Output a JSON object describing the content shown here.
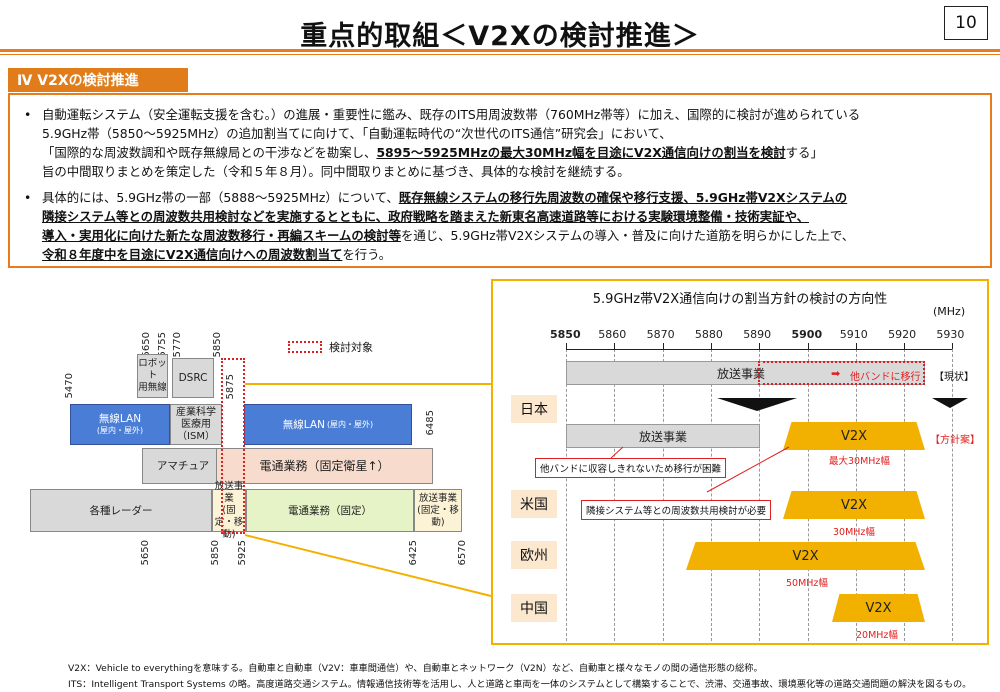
{
  "header": {
    "title": "重点的取組＜V2Xの検討推進＞",
    "page_number": "10"
  },
  "section": {
    "tag": "Ⅳ V2Xの検討推進"
  },
  "bullets": {
    "b1": {
      "l1": "自動運転システム（安全運転支援を含む。）の進展・重要性に鑑み、既存のITS用周波数帯（760MHz帯等）に加え、国際的に検討が進められている",
      "l2": "5.9GHz帯（5850～5925MHz）の追加割当てに向けて、「自動運転時代の“次世代のITS通信”研究会」において、",
      "l3a": "「国際的な周波数調和や既存無線局との干渉などを勘案し、",
      "l3b": "5895～5925MHzの最大30MHz幅を目途にV2X通信向けの割当を検討",
      "l3c": "する」",
      "l4": "旨の中間取りまとめを策定した（令和５年８月）。同中間取りまとめに基づき、具体的な検討を継続する。"
    },
    "b2": {
      "l1a": "具体的には、5.9GHz帯の一部（5888～5925MHz）について、",
      "l1b": "既存無線システムの移行先周波数の確保や移行支援、5.9GHz帯V2Xシステムの",
      "l2": "隣接システム等との周波数共用検討などを実施するとともに、政府戦略を踏まえた新東名高速道路等における実験環境整備・技術実証や、",
      "l3a": "導入・実用化に向けた新たな周波数移行・再編スキームの検討等",
      "l3b": "を通じ、5.9GHz帯V2Xシステムの導入・普及に向けた道筋を明らかにした上で、",
      "l4a": "令和８年度中を目途にV2X通信向けへの周波数割当て",
      "l4b": "を行う。"
    }
  },
  "left_diagram": {
    "legend": "検討対象",
    "freq_top": [
      "5650",
      "5755",
      "5770",
      "5850",
      "5875"
    ],
    "freq_left": "5470",
    "freq_right": "6485",
    "freq_bottom": [
      "5650",
      "5850",
      "5925",
      "6425",
      "6570"
    ],
    "blocks": {
      "robot": "ロボット\n用無線",
      "dsrc": "DSRC",
      "wlan_left": "無線LAN",
      "wlan_left_sub": "(屋内・屋外)",
      "ism": "産業科学\n医療用\n（ISM）",
      "wlan_right": "無線LAN",
      "wlan_right_sub": "(屋内・屋外)",
      "amateur": "アマチュア",
      "telecom_sat": "電通業務（固定衛星↑）",
      "radar": "各種レーダー",
      "broadcast_mid": "放送事業\n(固定・移動)",
      "telecom_fixed": "電通業務（固定）",
      "broadcast_right": "放送事業\n(固定・移動)"
    }
  },
  "right_panel": {
    "title": "5.9GHz帯V2X通信向けの割当方針の検討の方向性",
    "unit": "(MHz)",
    "ticks": [
      "5850",
      "5860",
      "5870",
      "5880",
      "5890",
      "5900",
      "5910",
      "5920",
      "5930"
    ],
    "bold_ticks": [
      "5850",
      "5900"
    ],
    "countries": [
      "日本",
      "米国",
      "欧州",
      "中国"
    ],
    "current": {
      "bar": "放送事業",
      "move": "他バンドに移行",
      "tag": "【現状】"
    },
    "plan": {
      "bar": "放送事業",
      "v2x": "V2X",
      "tag": "【方針案】",
      "width_note": "最大30MHz幅",
      "note1": "他バンドに収容しきれないため移行が困難",
      "note2": "隣接システム等との周波数共用検討が必要"
    },
    "us": {
      "v2x": "V2X",
      "width": "30MHz幅"
    },
    "eu": {
      "v2x": "V2X",
      "width": "50MHz幅"
    },
    "cn": {
      "v2x": "V2X",
      "width": "20MHz幅"
    },
    "colors": {
      "v2x": "#f2b100",
      "accent": "#e87b1c",
      "red": "#e02020"
    }
  },
  "footnotes": {
    "v2x": "V2X：Vehicle to everythingを意味する。自動車と自動車（V2V：車車間通信）や、自動車とネットワーク（V2N）など、自動車と様々なモノの間の通信形態の総称。",
    "its": "ITS：Intelligent Transport Systems の略。高度道路交通システム。情報通信技術等を活用し、人と道路と車両を一体のシステムとして構築することで、渋滞、交通事故、環境悪化等の道路交通問題の解決を図るもの。"
  }
}
